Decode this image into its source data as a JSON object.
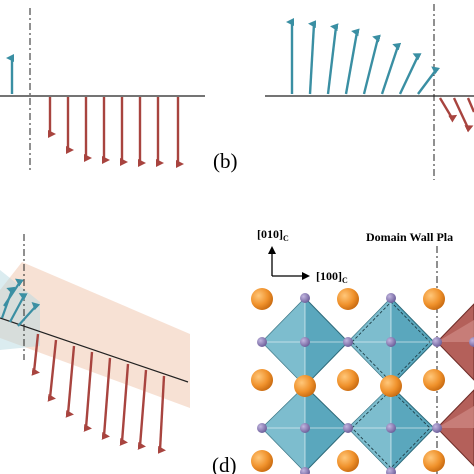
{
  "panels": {
    "b": {
      "label": "(b)"
    },
    "d": {
      "label": "(d)",
      "axis_vertical_label": "[010]",
      "axis_vertical_subscript": "C",
      "axis_horizontal_label": "[100]",
      "axis_horizontal_subscript": "C",
      "wall_label": "Domain Wall Pla"
    }
  },
  "colors": {
    "teal_arrow": "#3a8fa3",
    "red_arrow": "#a8443f",
    "octa_teal": "#5aa7bd",
    "octa_teal_light": "#8cc6d6",
    "octa_red": "#b4605a",
    "sphere_orange": "#f0922c",
    "sphere_purple": "#8a7bb0",
    "plane_peach": "#f0c8b0"
  }
}
